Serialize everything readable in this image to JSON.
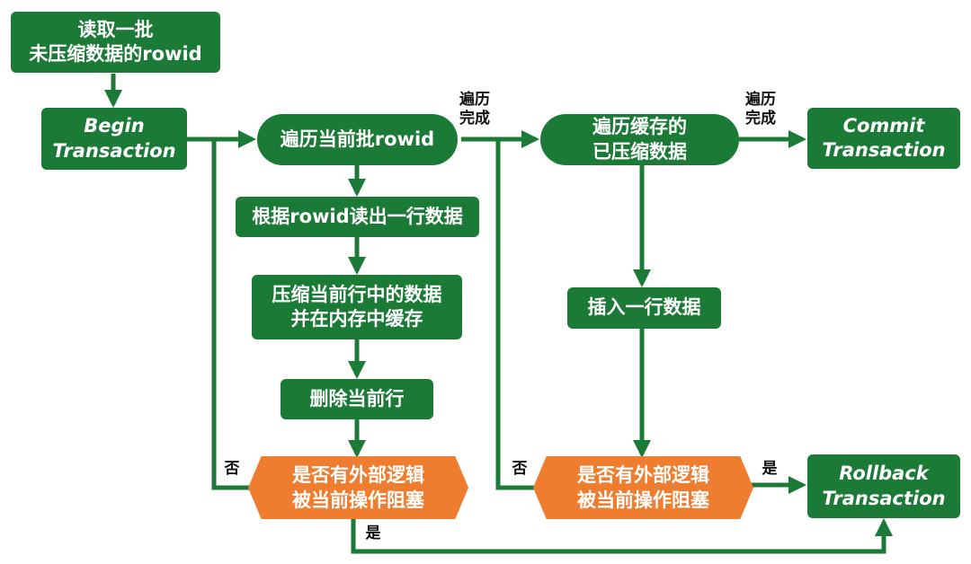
{
  "nodes": {
    "read_batch": "读取一批\n未压缩数据的rowid",
    "begin_txn": "Begin\nTransaction",
    "iterate_batch": "遍历当前批rowid",
    "read_row": "根据rowid读出一行数据",
    "compress_row": "压缩当前行中的数据\n并在内存中缓存",
    "delete_row": "删除当前行",
    "check_block_1": "是否有外部逻辑\n被当前操作阻塞",
    "iterate_cache": "遍历缓存的\n已压缩数据",
    "insert_row": "插入一行数据",
    "check_block_2": "是否有外部逻辑\n被当前操作阻塞",
    "commit_txn": "Commit\nTransaction",
    "rollback_txn": "Rollback\nTransaction"
  },
  "edge_labels": {
    "iterate_done_1": "遍历\n完成",
    "iterate_done_2": "遍历\n完成",
    "no_1": "否",
    "no_2": "否",
    "yes_1": "是",
    "yes_2": "是"
  },
  "colors": {
    "process": "#1a7a36",
    "decision": "#ef7d30",
    "connector": "#1a7a36",
    "text_on_shape": "#ffffff"
  }
}
